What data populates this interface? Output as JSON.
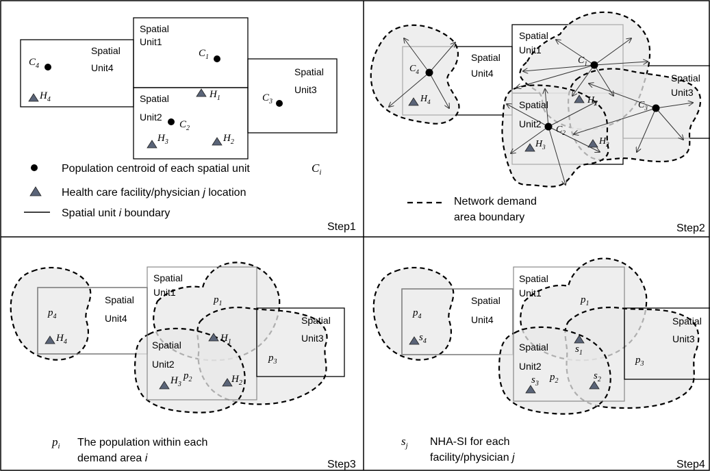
{
  "panels": {
    "step1": {
      "label": "Step1",
      "unit1": [
        "Spatial",
        "Unit1"
      ],
      "unit2": [
        "Spatial",
        "Unit2"
      ],
      "unit3": [
        "Spatial",
        "Unit3"
      ],
      "unit4": [
        "Spatial",
        "Unit4"
      ],
      "c1": "C",
      "c1_sub": "1",
      "c2": "C",
      "c2_sub": "2",
      "c3": "C",
      "c3_sub": "3",
      "c4": "C",
      "c4_sub": "4",
      "h1": "H",
      "h1_sub": "1",
      "h2": "H",
      "h2_sub": "2",
      "h3": "H",
      "h3_sub": "3",
      "h4": "H",
      "h4_sub": "4",
      "legend": {
        "centroid": "Population centroid of each spatial unit",
        "centroid_sym": "C",
        "centroid_sub": "i",
        "facility_pre": "Health care facility/physician ",
        "facility_j": "j",
        "facility_post": " location",
        "boundary_pre": "Spatial unit ",
        "boundary_i": "i",
        "boundary_post": " boundary"
      }
    },
    "step2": {
      "label": "Step2",
      "legend_line1": "Network demand",
      "legend_line2": "area boundary"
    },
    "step3": {
      "label": "Step3",
      "p1": "p",
      "p1_sub": "1",
      "p2": "p",
      "p2_sub": "2",
      "p3": "p",
      "p3_sub": "3",
      "p4": "p",
      "p4_sub": "4",
      "legend_sym": "p",
      "legend_sub": "i",
      "legend_line1": "The population within each",
      "legend_line2_pre": "demand area ",
      "legend_line2_i": "i"
    },
    "step4": {
      "label": "Step4",
      "s1": "s",
      "s1_sub": "1",
      "s2": "s",
      "s2_sub": "2",
      "s3": "s",
      "s3_sub": "3",
      "s4": "s",
      "s4_sub": "4",
      "legend_sym": "s",
      "legend_sub": "j",
      "legend_line1": "NHA-SI for each",
      "legend_line2_pre": "facility/physician ",
      "legend_line2_j": "j"
    }
  }
}
